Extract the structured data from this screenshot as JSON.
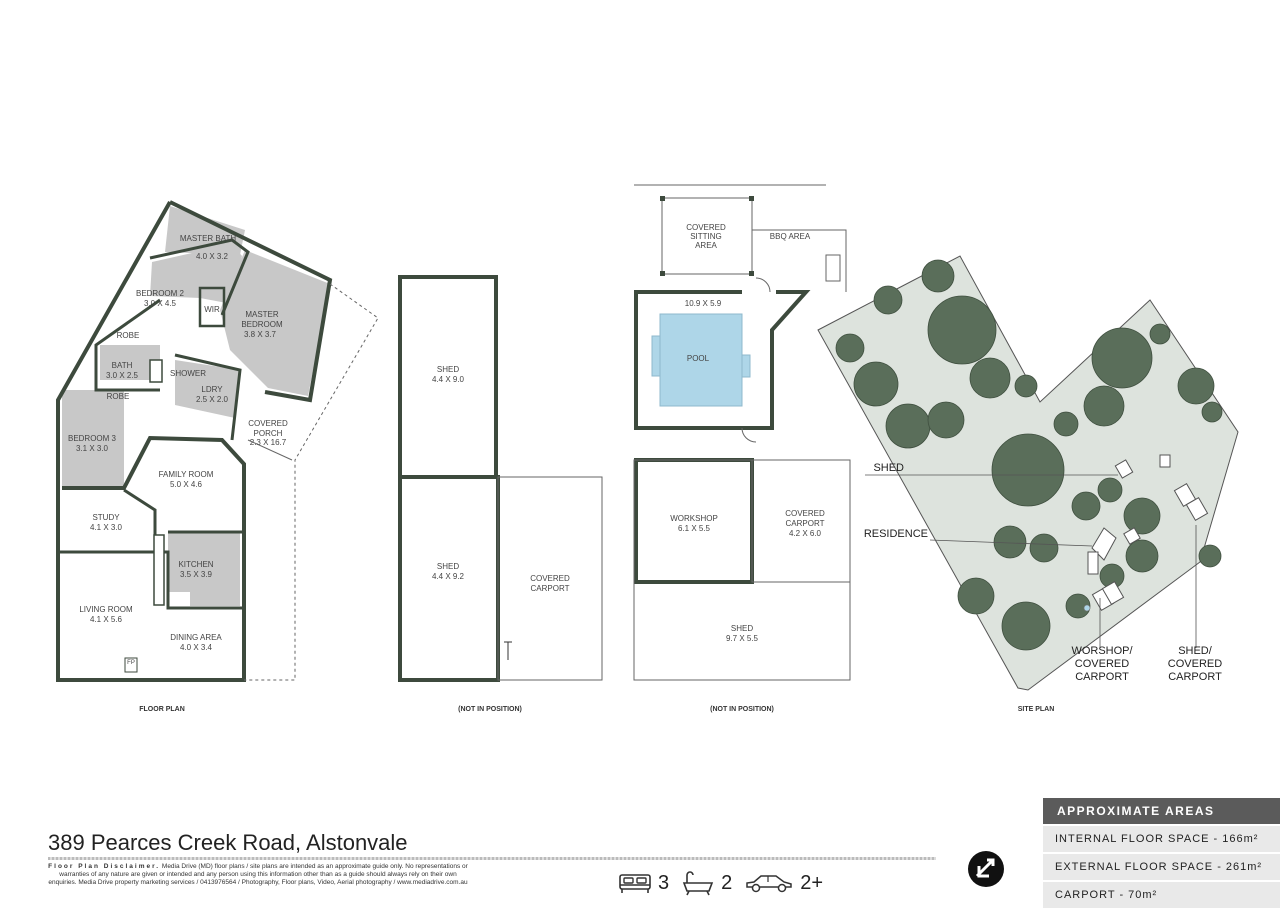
{
  "floor_plan": {
    "rooms": [
      {
        "name": "MASTER BATH",
        "dims": "4.0 X 3.2"
      },
      {
        "name": "BEDROOM 2",
        "dims": "3.0 X 4.5"
      },
      {
        "name": "MASTER BEDROOM",
        "dims": "3.8 X 3.7"
      },
      {
        "name": "WIR",
        "dims": ""
      },
      {
        "name": "ROBE",
        "dims": ""
      },
      {
        "name": "BATH",
        "dims": "3.0 X 2.5"
      },
      {
        "name": "ROBE",
        "dims": ""
      },
      {
        "name": "LDRY",
        "dims": "2.5 X 2.0"
      },
      {
        "name": "SHOWER",
        "dims": ""
      },
      {
        "name": "COVERED PORCH",
        "dims": "2.3 X 16.7"
      },
      {
        "name": "BEDROOM 3",
        "dims": "3.1 X 3.0"
      },
      {
        "name": "FAMILY ROOM",
        "dims": "5.0 X 4.6"
      },
      {
        "name": "STUDY",
        "dims": "4.1 X 3.0"
      },
      {
        "name": "KITCHEN",
        "dims": "3.5 X 3.9"
      },
      {
        "name": "LIVING ROOM",
        "dims": "4.1 X 5.6"
      },
      {
        "name": "DINING AREA",
        "dims": "4.0 X 3.4"
      },
      {
        "name": "FP",
        "dims": ""
      }
    ],
    "caption": "FLOOR PLAN"
  },
  "sheds_plan": {
    "rooms": [
      {
        "name": "SHED",
        "dims": "4.4 X 9.0"
      },
      {
        "name": "SHED",
        "dims": "4.4 X 9.2"
      },
      {
        "name": "COVERED CARPORT",
        "dims": ""
      }
    ],
    "caption": "(NOT IN POSITION)"
  },
  "pool_plan": {
    "rooms": [
      {
        "name": "COVERED SITTING AREA",
        "dims": ""
      },
      {
        "name": "BBQ AREA",
        "dims": ""
      },
      {
        "name": "POOL",
        "dims": "10.9 X 5.9"
      },
      {
        "name": "WORKSHOP",
        "dims": "6.1 X 5.5"
      },
      {
        "name": "COVERED CARPORT",
        "dims": "4.2 X 6.0"
      },
      {
        "name": "SHED",
        "dims": "9.7 X 5.5"
      }
    ],
    "caption": "(NOT IN POSITION)"
  },
  "site_plan": {
    "labels": {
      "shed": "SHED",
      "residence": "RESIDENCE",
      "workshop": "WORSHOP/ COVERED CARPORT",
      "shed_carport": "SHED/ COVERED CARPORT"
    },
    "caption": "SITE PLAN"
  },
  "address": "389 Pearces Creek Road, Alstonvale",
  "disclaimer": {
    "title": "Floor Plan Disclaimer.",
    "text": "Media Drive (MD) floor plans / site plans are intended as an approximate guide only. No representations or warranties of any nature are given or intended and any person using this information other than as a guide should always rely on their own enquiries. Media Drive property marketing services / 0413976564 / Photography, Floor plans, Video, Aerial photography / www.mediadrive.com.au"
  },
  "features": {
    "beds": "3",
    "baths": "2",
    "cars": "2+"
  },
  "areas": {
    "heading": "APPROXIMATE AREAS",
    "internal": "INTERNAL FLOOR SPACE - 166m²",
    "external": "EXTERNAL FLOOR SPACE - 261m²",
    "carport": "CARPORT - 70m²"
  },
  "colors": {
    "wall": "#3d4a3d",
    "room_fill": "#c8c8c8",
    "pool": "#aed6e8",
    "site_fill": "#dde3dd",
    "tree": "#5a6e5a",
    "area_head": "#5b5b5b"
  },
  "icons": [
    "bed-icon",
    "bath-icon",
    "car-icon",
    "compass-logo-icon"
  ]
}
